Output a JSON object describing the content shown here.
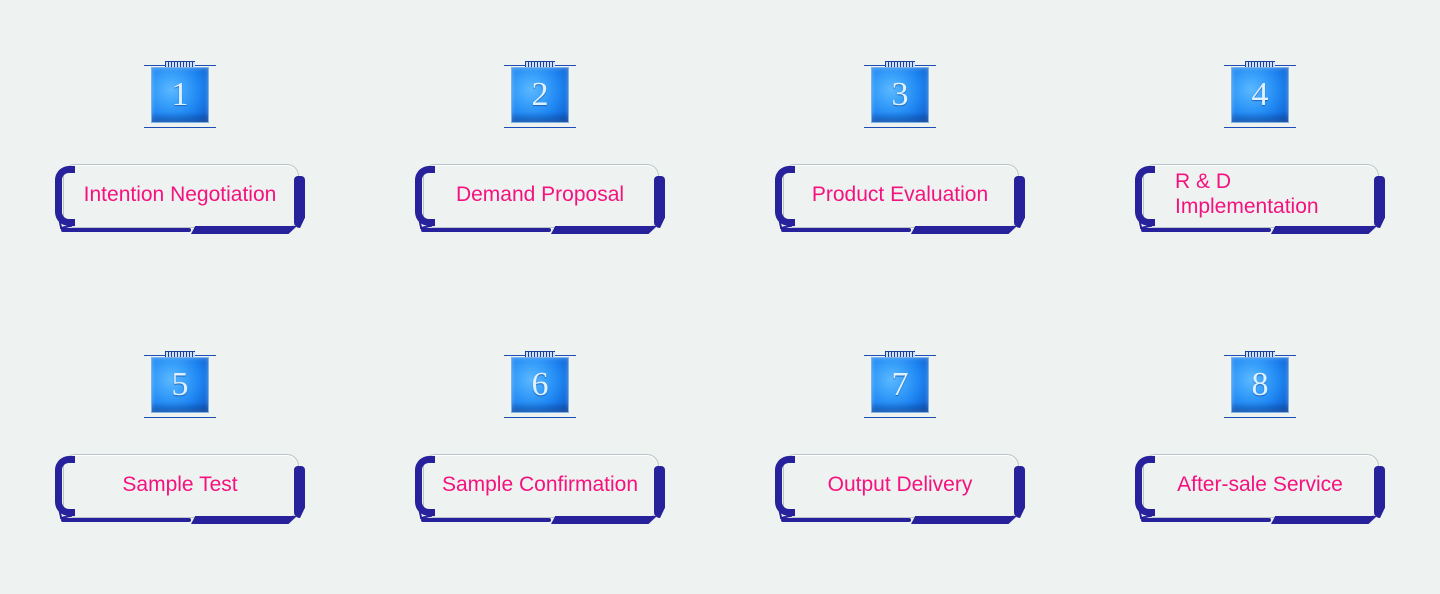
{
  "page": {
    "background_color": "#eef2f0",
    "text_color": "#f5127f",
    "accent_color": "#27219b",
    "icon_color": "#1f86f2",
    "columns": 4,
    "rows": 2
  },
  "steps": [
    {
      "number": "1",
      "label": "Intention  Negotiation",
      "align": "center"
    },
    {
      "number": "2",
      "label": "Demand Proposal",
      "align": "center"
    },
    {
      "number": "3",
      "label": "Product Evaluation",
      "align": "center"
    },
    {
      "number": "4",
      "label": "R & D\nImplementation",
      "align": "left"
    },
    {
      "number": "5",
      "label": "Sample Test",
      "align": "center"
    },
    {
      "number": "6",
      "label": "Sample Confirmation",
      "align": "center"
    },
    {
      "number": "7",
      "label": "Output Delivery",
      "align": "center"
    },
    {
      "number": "8",
      "label": "After-sale Service",
      "align": "center"
    }
  ]
}
